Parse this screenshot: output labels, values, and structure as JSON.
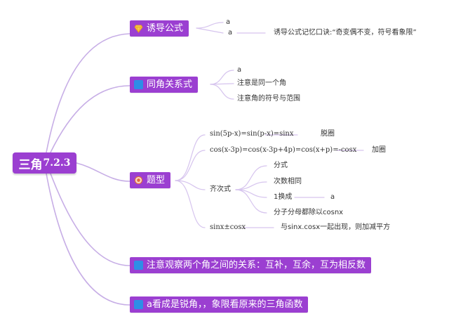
{
  "root": {
    "title": "三角",
    "version": "7.2.3"
  },
  "branches": {
    "b1": {
      "label": "诱导公式",
      "icon": "gem-icon",
      "leaf1": "a",
      "leaf2": "a",
      "leaf2_child": "诱导公式记忆口诀:“奇变偶不变，符号看象限”"
    },
    "b2": {
      "label": "同角关系式",
      "icon": "blue-square-icon",
      "leaf1": "a",
      "leaf2": "注意是同一个角",
      "leaf3": "注意角的符号与范围"
    },
    "b3": {
      "label": "题型",
      "icon": "medal-icon",
      "leaf1": "sin(5p-x)=sin(p-x)=sinx",
      "leaf1_child": "脱圈",
      "leaf2": "cos(x-3p)=cos(x-3p+4p)=cos(x+p)=-cosx",
      "leaf2_child": "加圈",
      "leaf3": "齐次式",
      "leaf3_children": [
        "分式",
        "次数相同",
        "1换成",
        "分子分母都除以cosnx"
      ],
      "leaf3_grandchild": "a",
      "leaf4": "sinx±cosx",
      "leaf4_child": "与sinx.cosx一起出现，则加减平方"
    },
    "b4": {
      "label": "注意观察两个角之间的关系：互补，互余，互为相反数",
      "icon": "blue-square-icon"
    },
    "b5": {
      "label": "a看成是锐角，，象限看原来的三角函数",
      "icon": "blue-square-icon"
    }
  },
  "colors": {
    "branch_bg": "#9b3fd1",
    "connector": "#c3a5e4",
    "branch_text": "#ffffff"
  }
}
